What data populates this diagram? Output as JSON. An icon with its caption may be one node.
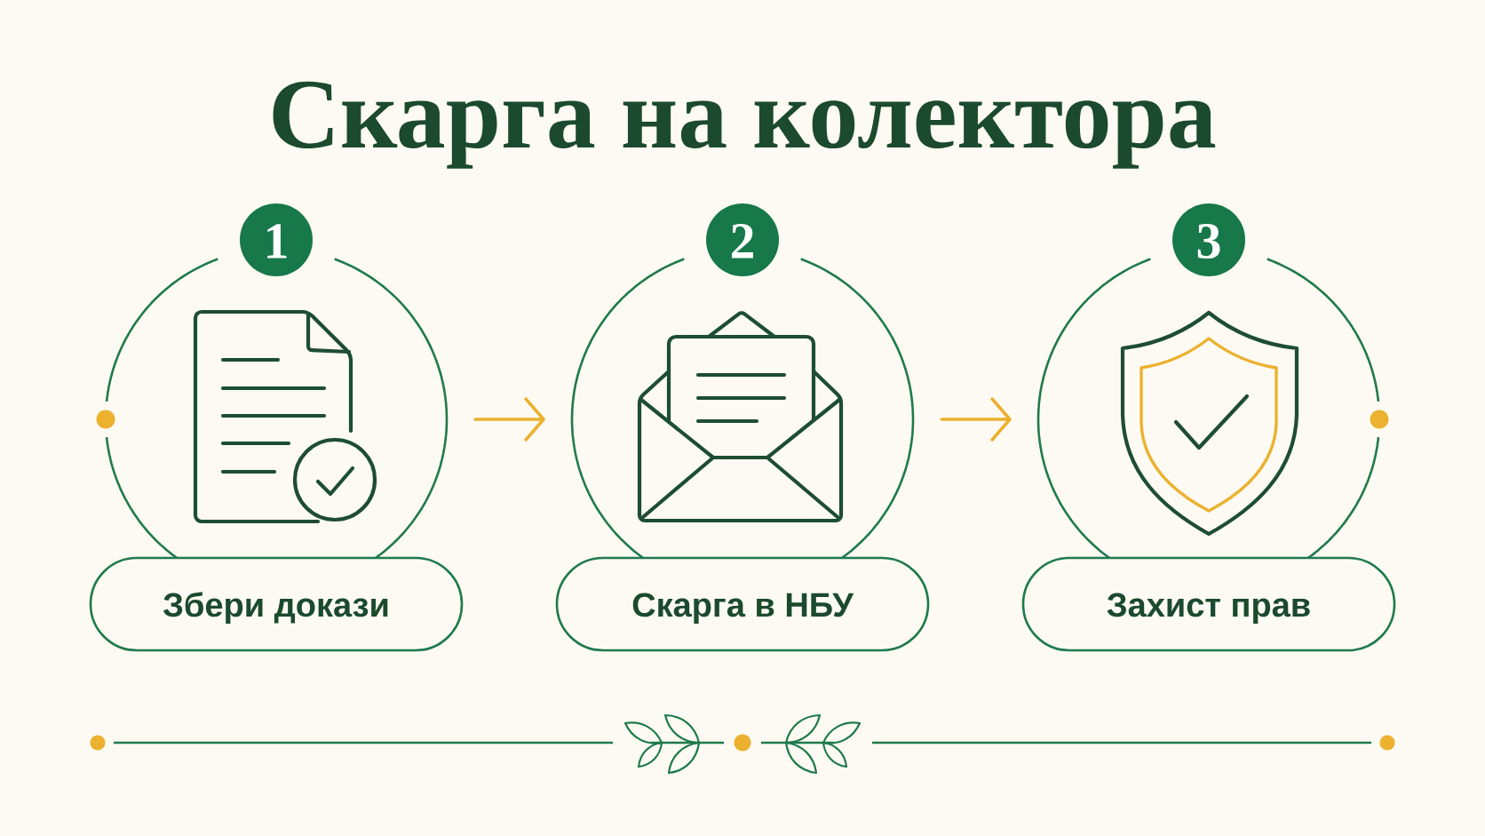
{
  "diagram": {
    "title": "Скарга на колектора",
    "nodes": [
      {
        "text": [
          "1"
        ]
      },
      {
        "text": [],
        "shape": "circle"
      },
      {
        "text": [
          "Збери докази"
        ]
      },
      {
        "text": [
          "2"
        ]
      },
      {
        "text": [],
        "shape": "circle"
      },
      {
        "text": [
          "Скарга в НБУ"
        ]
      },
      {
        "text": [
          "3"
        ]
      },
      {
        "text": [],
        "shape": "circle"
      },
      {
        "text": [
          "Захист прав"
        ]
      }
    ],
    "edges": [
      {
        "from": 1,
        "to": 4,
        "arrow": "to"
      },
      {
        "from": 4,
        "to": 7,
        "arrow": "to"
      }
    ]
  }
}
